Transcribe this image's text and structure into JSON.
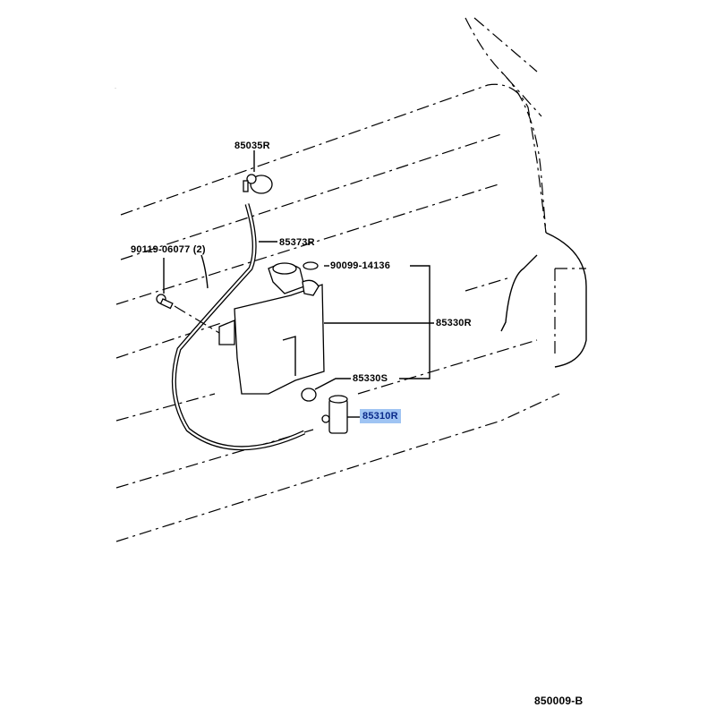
{
  "diagram": {
    "labels": {
      "nozzle": "85035R",
      "hose": "85373R",
      "bolt": "90119-06077 (2)",
      "gasket": "90099-14136",
      "tank": "85330R",
      "grommet": "85330S",
      "pump": "85310R"
    },
    "highlight_color": "#9fc4f3",
    "figure_code": "850009-B"
  }
}
